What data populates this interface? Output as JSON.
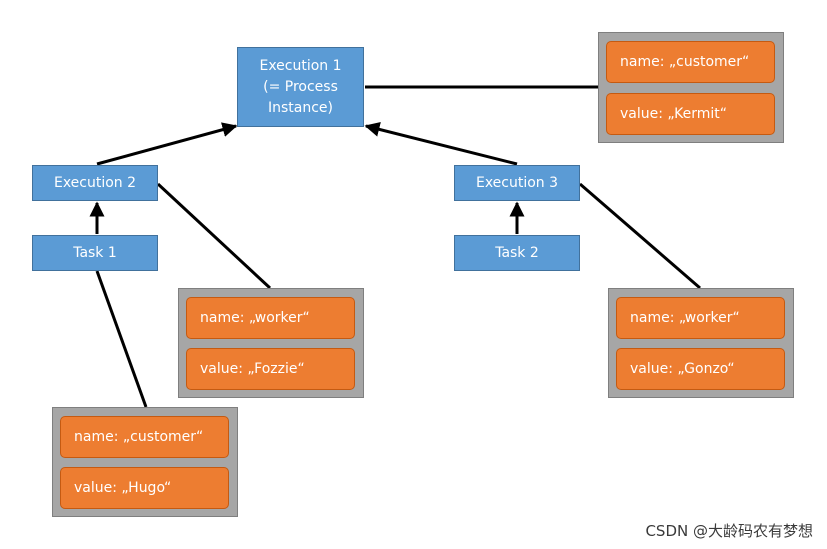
{
  "nodes": {
    "execution1": {
      "line1": "Execution 1",
      "line2": "(= Process",
      "line3": "Instance)"
    },
    "execution2": {
      "label": "Execution 2"
    },
    "execution3": {
      "label": "Execution 3"
    },
    "task1": {
      "label": "Task 1"
    },
    "task2": {
      "label": "Task 2"
    }
  },
  "variables": {
    "execution1": {
      "name": "name: „customer“",
      "value": "value: „Kermit“"
    },
    "execution2": {
      "name": "name: „worker“",
      "value": "value: „Fozzie“"
    },
    "execution3": {
      "name": "name: „worker“",
      "value": "value: „Gonzo“"
    },
    "task1": {
      "name": "name: „customer“",
      "value": "value: „Hugo“"
    }
  },
  "colors": {
    "execution_fill": "#5b9bd5",
    "variable_fill": "#ed7d31",
    "variable_box_fill": "#a6a6a6",
    "edge": "#000000"
  },
  "watermark": "CSDN @大龄码农有梦想"
}
